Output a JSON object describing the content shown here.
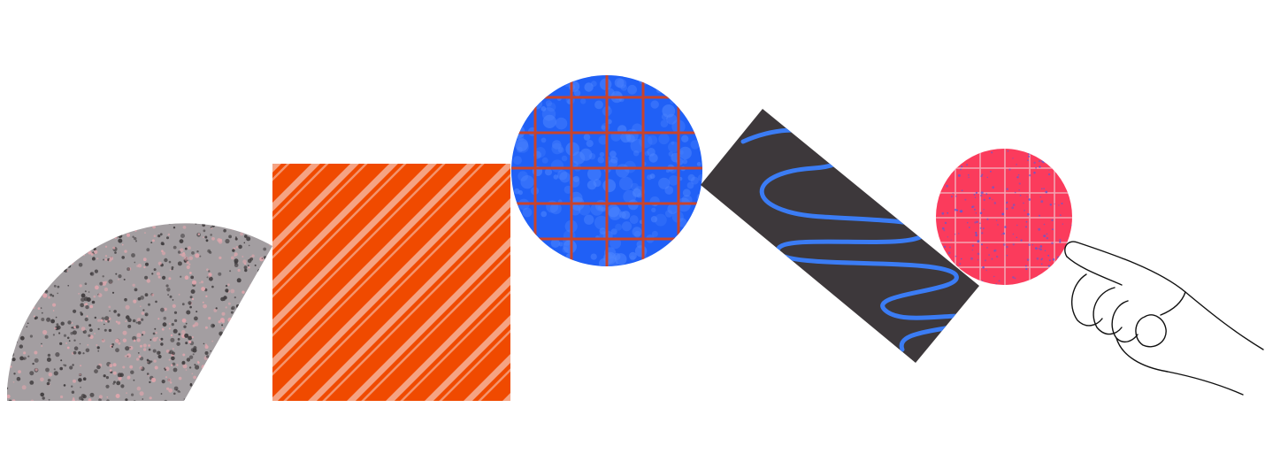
{
  "illustration": {
    "palette": {
      "background": "#ffffff",
      "speckle_shape_fill": "#a39ea1",
      "speckle_dark": "#3f3b3d",
      "speckle_light": "#e0a6ad",
      "square_fill": "#f04a00",
      "square_stripe": "#f7b39a",
      "blue_circle_fill": "#2060f6",
      "blue_circle_grid": "#c8432c",
      "dark_bar_fill": "#3d383b",
      "wave_line": "#3b7cf4",
      "pink_circle_fill": "#fb3b5c",
      "pink_circle_grid": "#f3a4b2",
      "hand_outline": "#111111"
    },
    "shapes": [
      {
        "name": "speckled-quarter-shape",
        "kind": "sector",
        "texture": "speckle"
      },
      {
        "name": "striped-square",
        "kind": "square",
        "texture": "diagonal-stripes"
      },
      {
        "name": "grid-blue-circle",
        "kind": "circle",
        "texture": "grid"
      },
      {
        "name": "wave-bar",
        "kind": "rotated-rectangle",
        "texture": "wavy-line"
      },
      {
        "name": "grid-pink-circle",
        "kind": "circle",
        "texture": "grid-with-dots"
      },
      {
        "name": "pointing-hand-icon",
        "kind": "line-drawing",
        "texture": "outline"
      }
    ]
  }
}
